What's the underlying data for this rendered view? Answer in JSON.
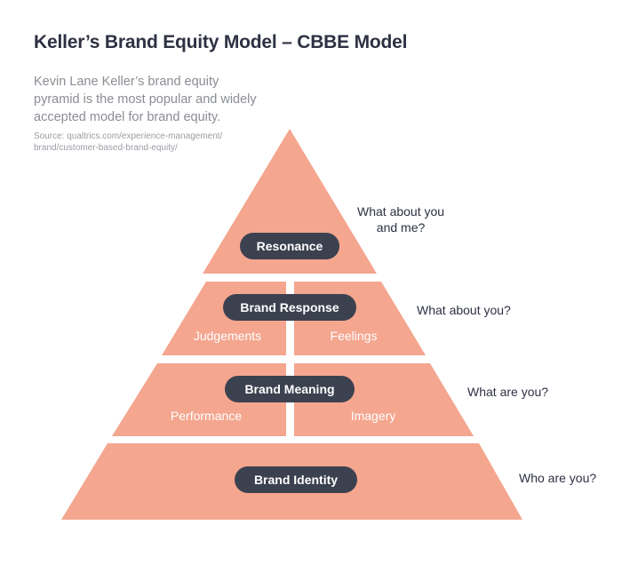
{
  "title": "Keller’s Brand Equity Model – CBBE Model",
  "description": "Kevin Lane Keller’s brand equity pyramid is the most popular and widely accepted model for brand equity.",
  "source_line1": "Source: qualtrics.com/experience-management/",
  "source_line2": "brand/customer-based-brand-equity/",
  "colors": {
    "tier_fill": "#f4a68f",
    "pill_bg": "#3c4150",
    "title": "#2d3142",
    "text_muted": "#8a8d94"
  },
  "levels": {
    "resonance": {
      "label": "Resonance",
      "question_line1": "What about you",
      "question_line2": "and me?"
    },
    "response": {
      "label": "Brand Response",
      "left": "Judgements",
      "right": "Feelings",
      "question": "What about you?"
    },
    "meaning": {
      "label": "Brand Meaning",
      "left": "Performance",
      "right": "Imagery",
      "question": "What are you?"
    },
    "identity": {
      "label": "Brand Identity",
      "question": "Who are you?"
    }
  }
}
